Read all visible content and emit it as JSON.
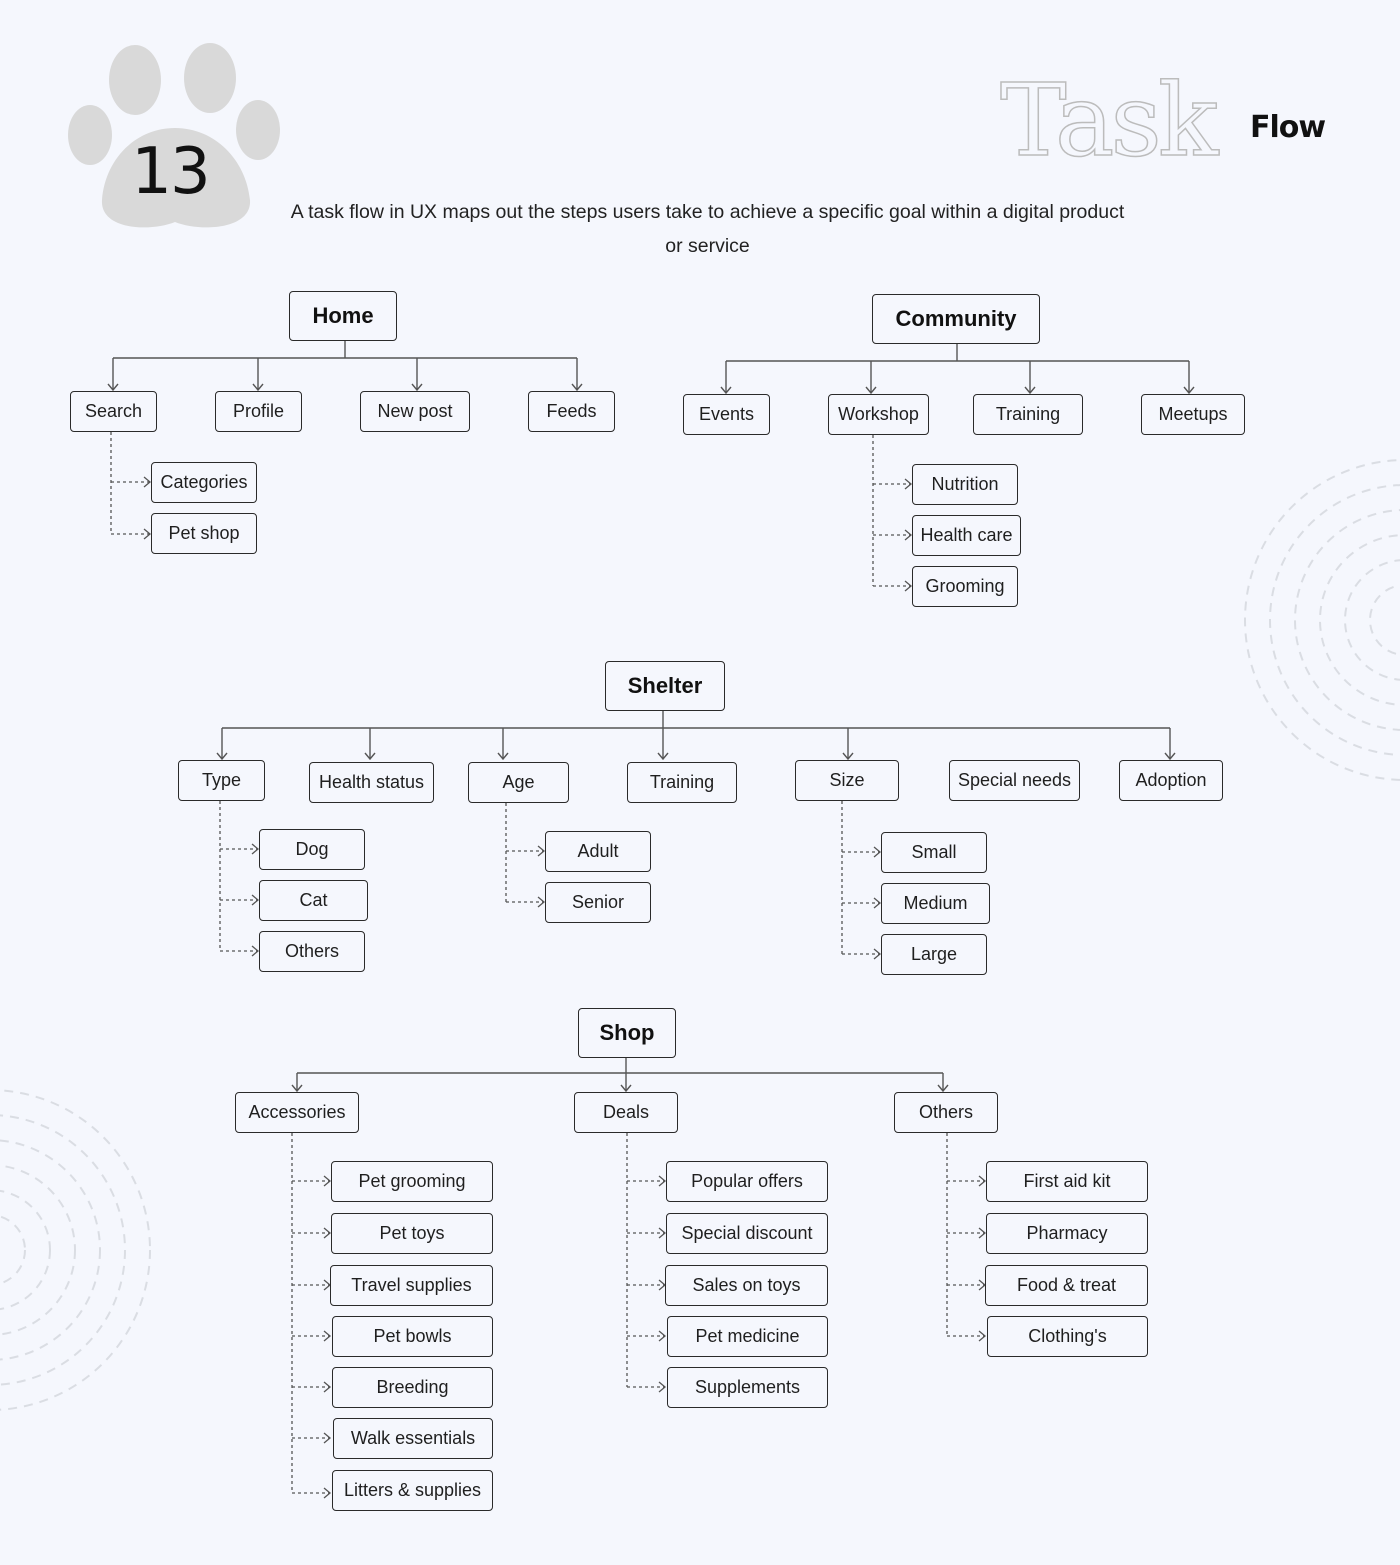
{
  "header": {
    "number": "13",
    "title_task": "Task",
    "title_flow": "Flow",
    "description": "A task flow in UX maps out the steps users take to achieve a specific goal within a digital product or service"
  },
  "colors": {
    "background": "#f5f7fd",
    "paw": "#d9d9d9",
    "border": "#2a2a2a",
    "connector": "#555555",
    "deco": "#dadde3"
  },
  "flows": {
    "home": {
      "root": "Home",
      "children": [
        "Search",
        "Profile",
        "New post",
        "Feeds"
      ],
      "search_children": [
        "Categories",
        "Pet shop"
      ]
    },
    "community": {
      "root": "Community",
      "children": [
        "Events",
        "Workshop",
        "Training",
        "Meetups"
      ],
      "workshop_children": [
        "Nutrition",
        "Health care",
        "Grooming"
      ]
    },
    "shelter": {
      "root": "Shelter",
      "children": [
        "Type",
        "Health status",
        "Age",
        "Training",
        "Size",
        "Special needs",
        "Adoption"
      ],
      "type_children": [
        "Dog",
        "Cat",
        "Others"
      ],
      "age_children": [
        "Adult",
        "Senior"
      ],
      "size_children": [
        "Small",
        "Medium",
        "Large"
      ]
    },
    "shop": {
      "root": "Shop",
      "children": [
        "Accessories",
        "Deals",
        "Others"
      ],
      "accessories_children": [
        "Pet grooming",
        "Pet toys",
        "Travel supplies",
        "Pet bowls",
        "Breeding",
        "Walk essentials",
        "Litters & supplies"
      ],
      "deals_children": [
        "Popular offers",
        "Special discount",
        "Sales on toys",
        "Pet medicine",
        "Supplements"
      ],
      "others_children": [
        "First aid kit",
        "Pharmacy",
        "Food & treat",
        "Clothing's"
      ]
    }
  }
}
